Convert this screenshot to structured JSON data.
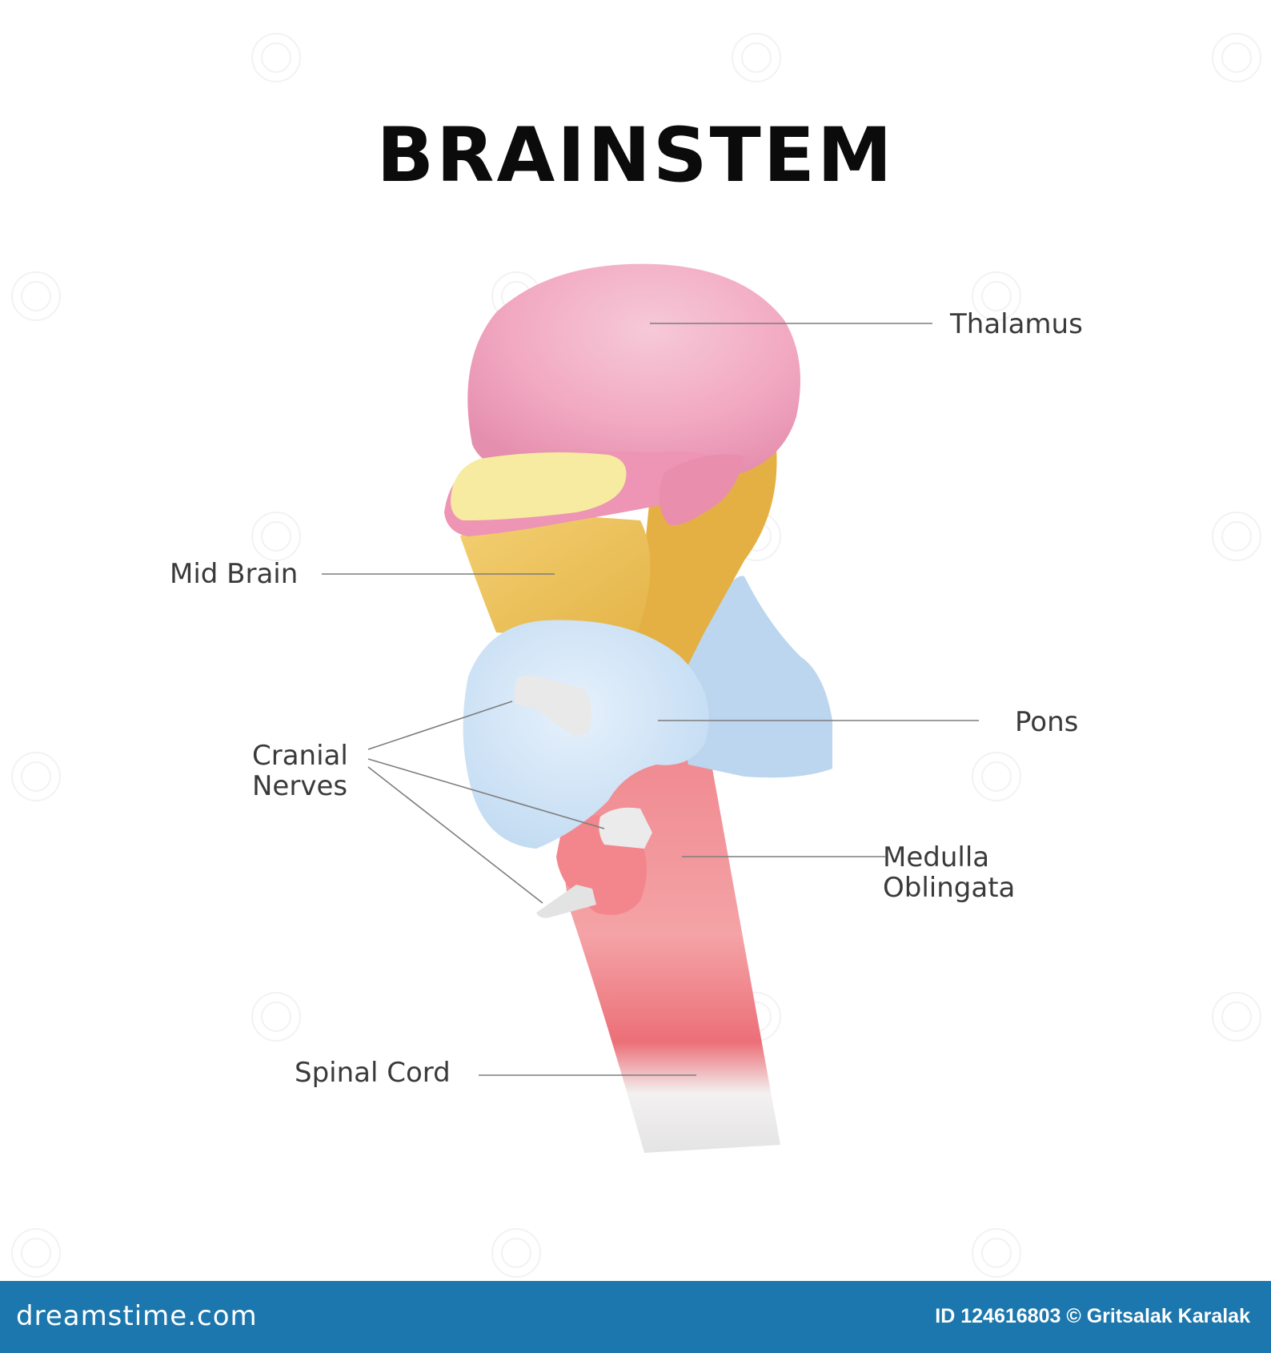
{
  "title": "BRAINSTEM",
  "labels": {
    "thalamus": "Thalamus",
    "mid_brain": "Mid Brain",
    "pons": "Pons",
    "cranial_nerves": "Cranial\nNerves",
    "medulla_oblongata": "Medulla\nOblingata",
    "spinal_cord": "Spinal Cord"
  },
  "footer": {
    "logo": "dreamstime.com",
    "id_credit": "ID 124616803 © Gritsalak Karalak"
  },
  "colors": {
    "thalamus": "#f2a9c2",
    "mid_brain": "#efc868",
    "mid_brain_top": "#f6eba0",
    "pons": "#d3e6f8",
    "medulla": "#ef7f86",
    "spinal_cord_end": "#e6e6e6",
    "nerves": "#ededed",
    "footer": "#1b77ad"
  }
}
